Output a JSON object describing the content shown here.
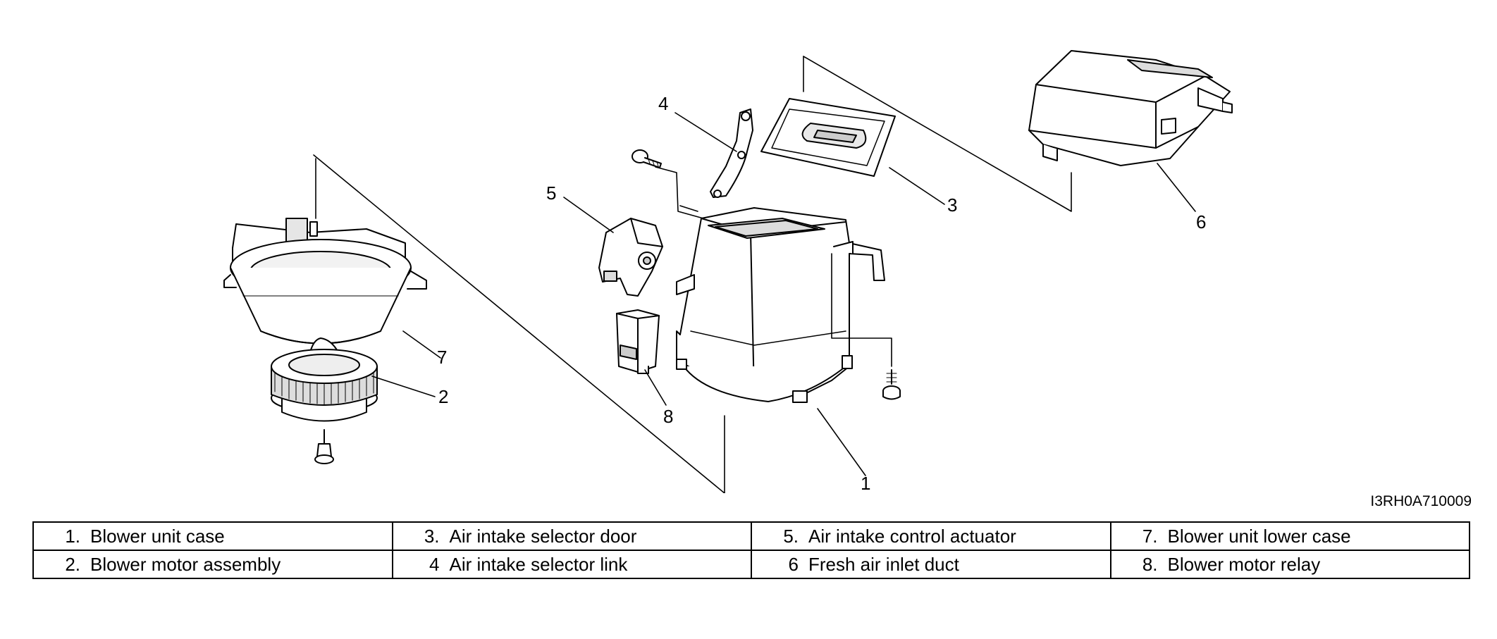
{
  "figure_code": "I3RH0A710009",
  "callouts": [
    "1",
    "2",
    "3",
    "4",
    "5",
    "6",
    "7",
    "8"
  ],
  "legend": [
    [
      {
        "num": "1.",
        "label": "Blower unit case"
      },
      {
        "num": "3.",
        "label": "Air intake selector door"
      },
      {
        "num": "5.",
        "label": "Air intake control actuator"
      },
      {
        "num": "7.",
        "label": "Blower unit lower case"
      }
    ],
    [
      {
        "num": "2.",
        "label": "Blower motor assembly"
      },
      {
        "num": "4",
        "label": "Air intake selector link"
      },
      {
        "num": "6",
        "label": "Fresh air inlet duct"
      },
      {
        "num": "8.",
        "label": "Blower motor relay"
      }
    ]
  ]
}
